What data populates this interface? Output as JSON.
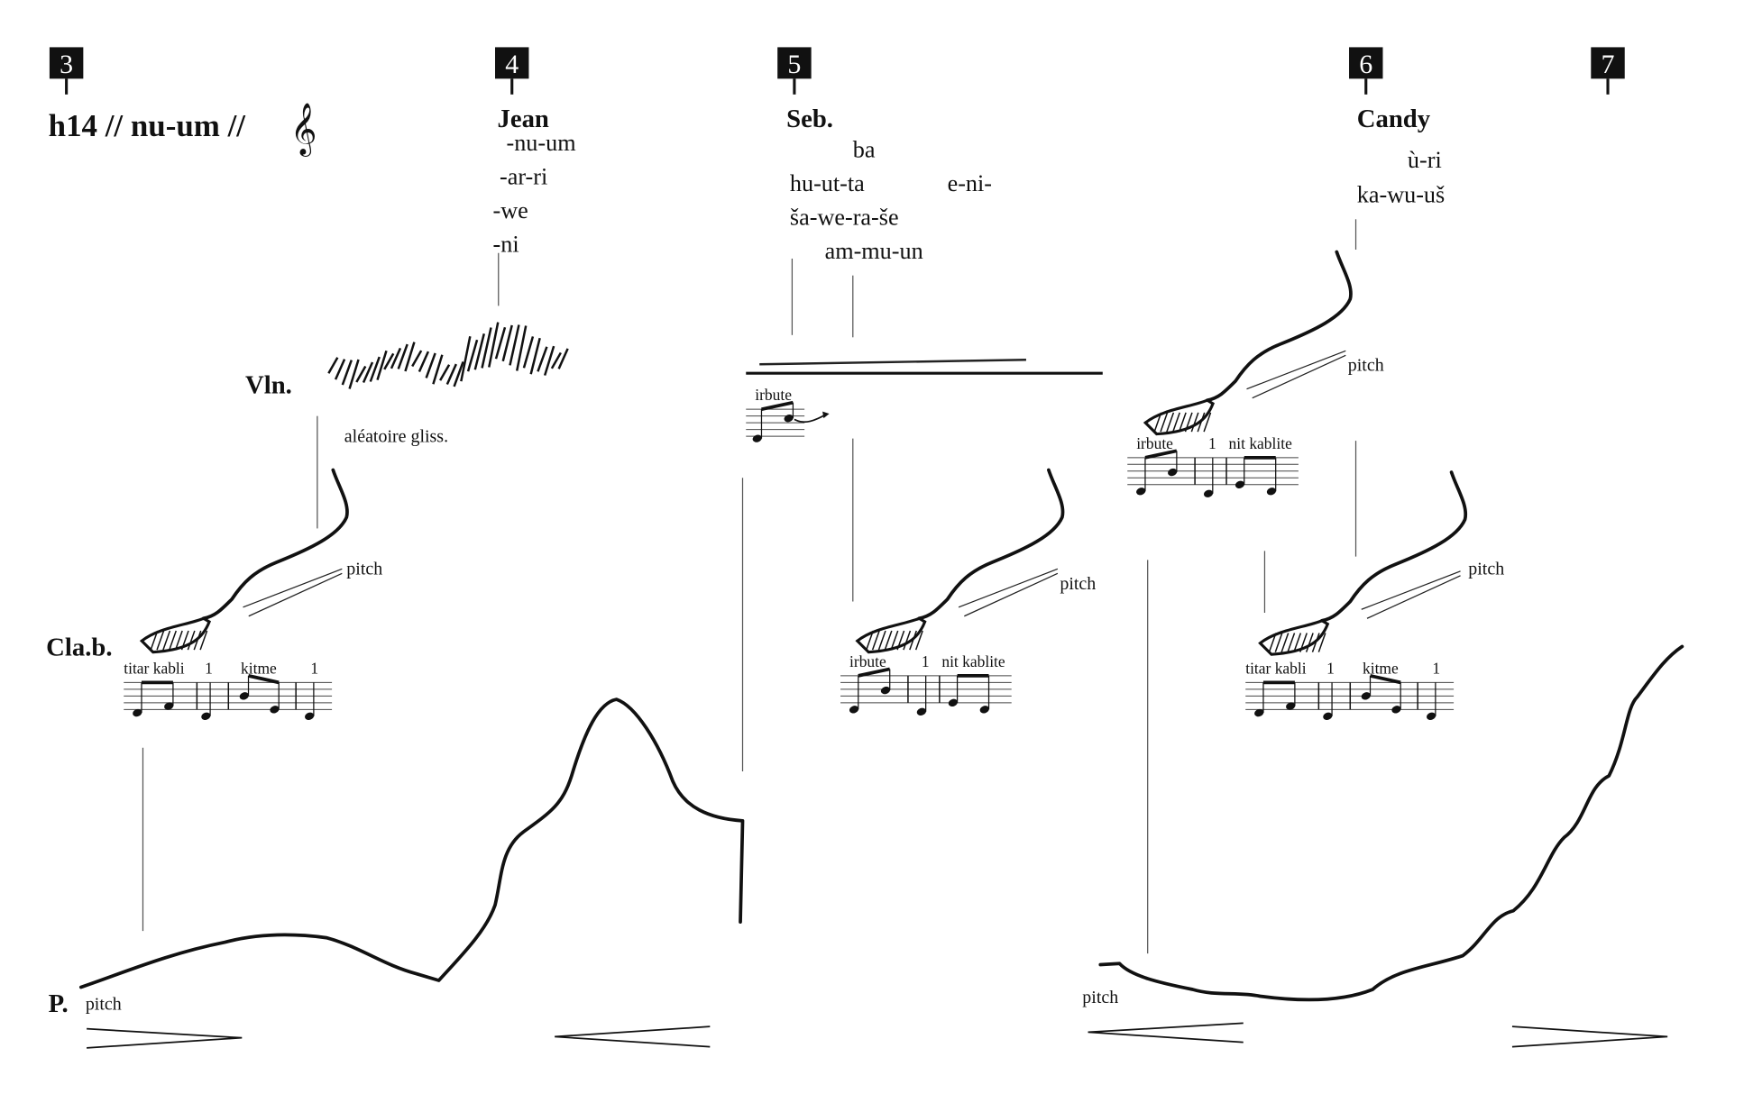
{
  "rehearsal_marks": [
    "3",
    "4",
    "5",
    "6",
    "7"
  ],
  "title": "h14 // nu-um  //",
  "clef_icon": "treble-clef",
  "instruments": {
    "violin": "Vln.",
    "bass_clarinet": "Cla.b.",
    "piano": "P."
  },
  "singers": {
    "jean": {
      "name": "Jean",
      "lyrics": [
        "-nu-um",
        "-ar-ri",
        "-we",
        "-ni"
      ]
    },
    "seb": {
      "name": "Seb.",
      "lyrics": [
        "ba",
        "hu-ut-ta",
        "e-ni-",
        "ša-we-ra-še",
        "am-mu-un"
      ]
    },
    "candy": {
      "name": "Candy",
      "lyrics": [
        "ù-ri",
        "ka-wu-uš"
      ]
    }
  },
  "annotations": {
    "aleatoire": "aléatoire gliss.",
    "pitch": "pitch"
  },
  "staves": {
    "irbute": "irbute",
    "titar_kabli": "titar kabli",
    "kitme": "kitme",
    "nit_kablite": "nit kablite",
    "one": "1"
  }
}
